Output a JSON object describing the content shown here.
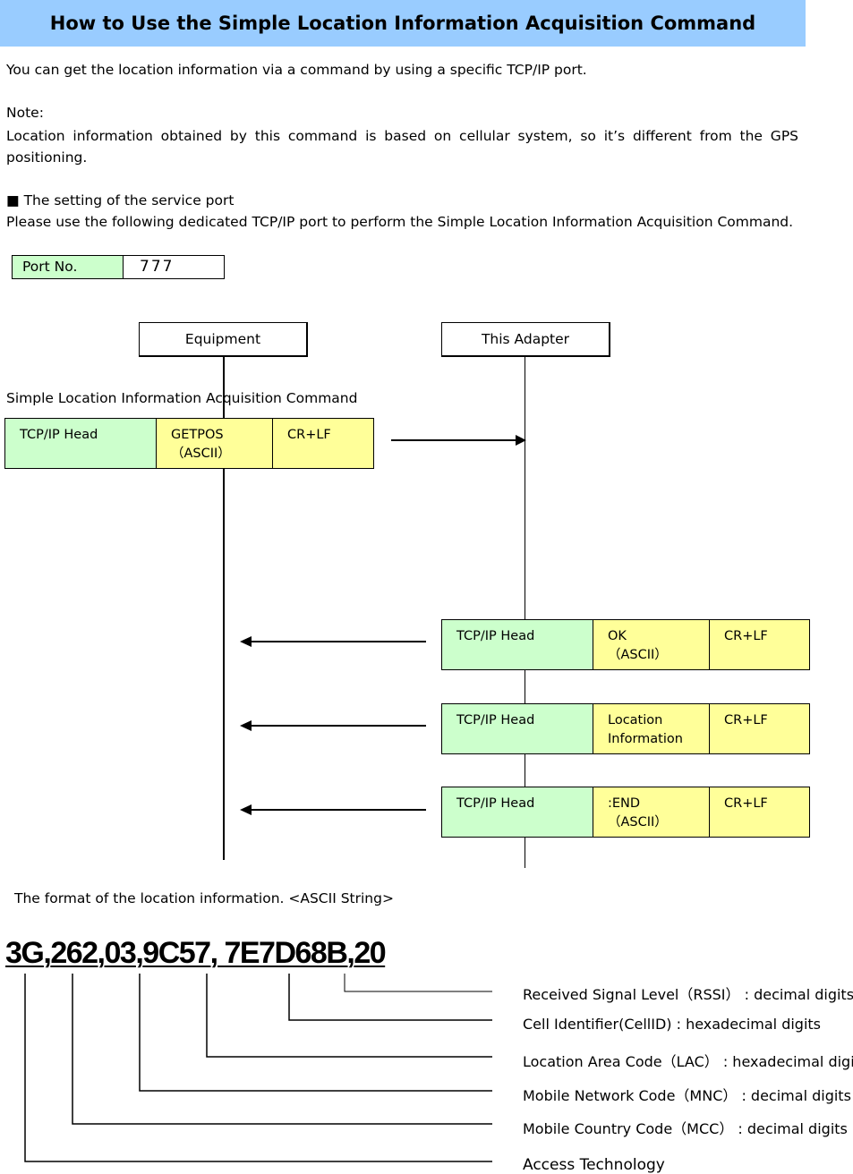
{
  "title": "How to Use the Simple Location Information Acquisition Command",
  "intro": "You can get the location information via a command by using a specific TCP/IP port.",
  "note": {
    "heading": "Note:",
    "text": "Location information obtained by this command is based on cellular system, so it’s different from the GPS positioning."
  },
  "service_port": {
    "heading": "■  The setting of the service port",
    "text": "Please use the following dedicated TCP/IP port to perform the Simple Location Information Acquisition Command.",
    "port_label": "Port No.",
    "port_value": "777"
  },
  "sequence": {
    "equipment": "Equipment",
    "adapter": "This Adapter",
    "command_label": "Simple Location Information Acquisition Command",
    "request": {
      "head": "TCP/IP  Head",
      "body_line1": "GETPOS",
      "body_line2": "（ASCII）",
      "tail": "CR+LF"
    },
    "responses": [
      {
        "head": "TCP/IP  Head",
        "body_line1": "OK",
        "body_line2": "（ASCII）",
        "tail": "CR+LF"
      },
      {
        "head": "TCP/IP  Head",
        "body_line1": "Location",
        "body_line2": "Information",
        "tail": "CR+LF"
      },
      {
        "head": "TCP/IP  Head",
        "body_line1": ":END",
        "body_line2": "（ASCII）",
        "tail": "CR+LF"
      }
    ]
  },
  "format": {
    "label": "The format of the location information.   <ASCII String>",
    "parts": [
      "3G",
      ",",
      "262",
      ",",
      "03",
      ",",
      "9C57",
      ", ",
      "7E7D68B",
      ",",
      "20"
    ],
    "legend": [
      "Received Signal Level（RSSI） : decimal digits",
      "Cell Identifier(CellID) : hexadecimal digits",
      "Location Area Code（LAC） : hexadecimal digits",
      "Mobile Network Code（MNC） : decimal digits",
      "Mobile Country Code（MCC） : decimal digits",
      "Access Technology"
    ]
  },
  "colors": {
    "title_bg": "#99ccff",
    "head_bg": "#ccffcc",
    "body_bg": "#ffff99"
  }
}
